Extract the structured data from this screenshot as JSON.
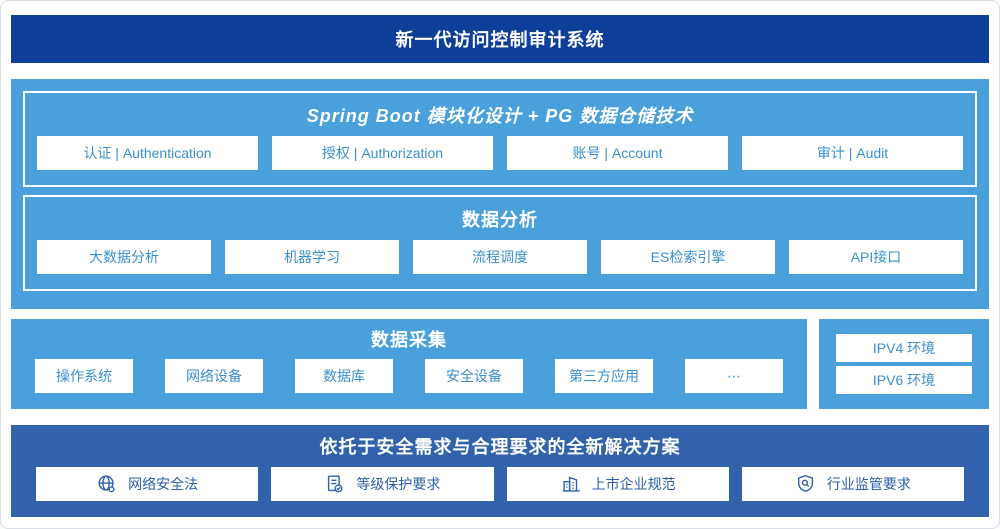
{
  "banner": {
    "title": "新一代访问控制审计系统"
  },
  "platform": {
    "modules_layer": {
      "title": "Spring Boot 模块化设计 + PG 数据仓储技术",
      "items": [
        "认证 | Authentication",
        "授权 | Authorization",
        "账号 | Account",
        "审计 | Audit"
      ]
    },
    "analysis_layer": {
      "title": "数据分析",
      "items": [
        "大数据分析",
        "机器学习",
        "流程调度",
        "ES检索引擎",
        "API接口"
      ]
    }
  },
  "collection": {
    "title": "数据采集",
    "items": [
      "操作系统",
      "网络设备",
      "数据库",
      "安全设备",
      "第三方应用",
      "⋯"
    ]
  },
  "env_panel": {
    "items": [
      "IPV4 环境",
      "IPV6 环境"
    ]
  },
  "solution": {
    "title": "依托于安全需求与合理要求的全新解决方案",
    "items": [
      {
        "icon": "globe-icon",
        "label": "网络安全法"
      },
      {
        "icon": "document-check-icon",
        "label": "等级保护要求"
      },
      {
        "icon": "building-icon",
        "label": "上市企业规范"
      },
      {
        "icon": "shield-search-icon",
        "label": "行业监管要求"
      }
    ]
  },
  "colors": {
    "banner_blue": "#0e3f98",
    "panel_light_blue": "#4aa0db",
    "solution_blue": "#3162ab",
    "item_text_light": "#3b8fce",
    "item_text_dark": "#2d5fa8"
  }
}
